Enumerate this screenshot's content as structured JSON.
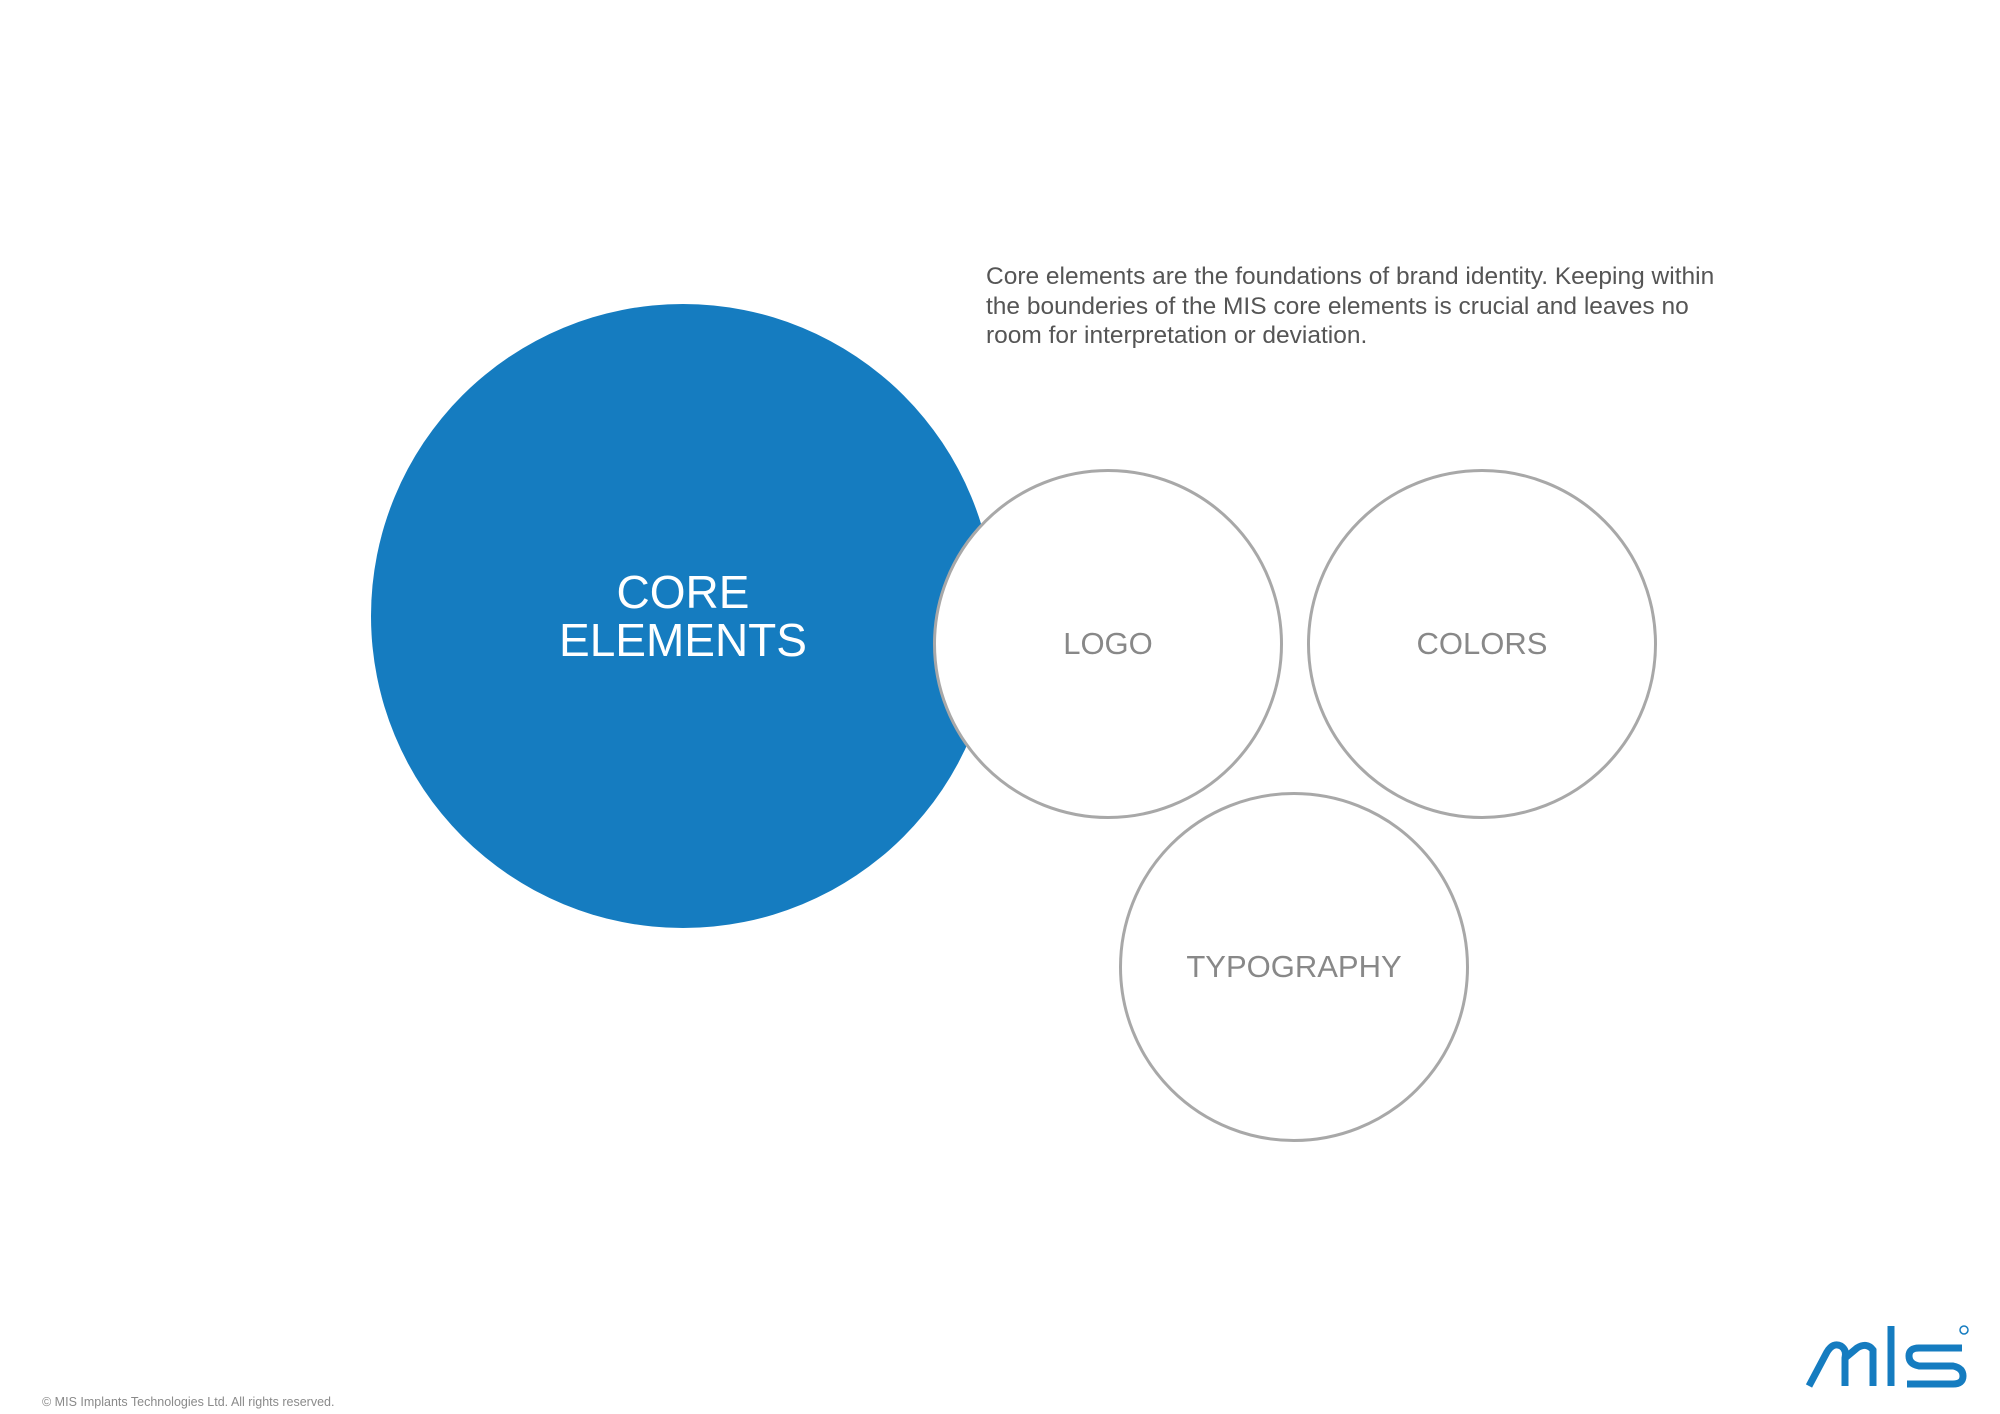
{
  "intro": "Core elements are the foundations of brand identity. Keeping within the bounderies of the MIS core elements is crucial and leaves no room for interpretation or deviation.",
  "core": {
    "line1": "CORE",
    "line2": "ELEMENTS"
  },
  "elements": [
    "LOGO",
    "COLORS",
    "TYPOGRAPHY"
  ],
  "footer": "© MIS Implants Technologies Ltd. All rights reserved.",
  "brand": {
    "logo_text": "MIS",
    "color": "#157cc0"
  }
}
